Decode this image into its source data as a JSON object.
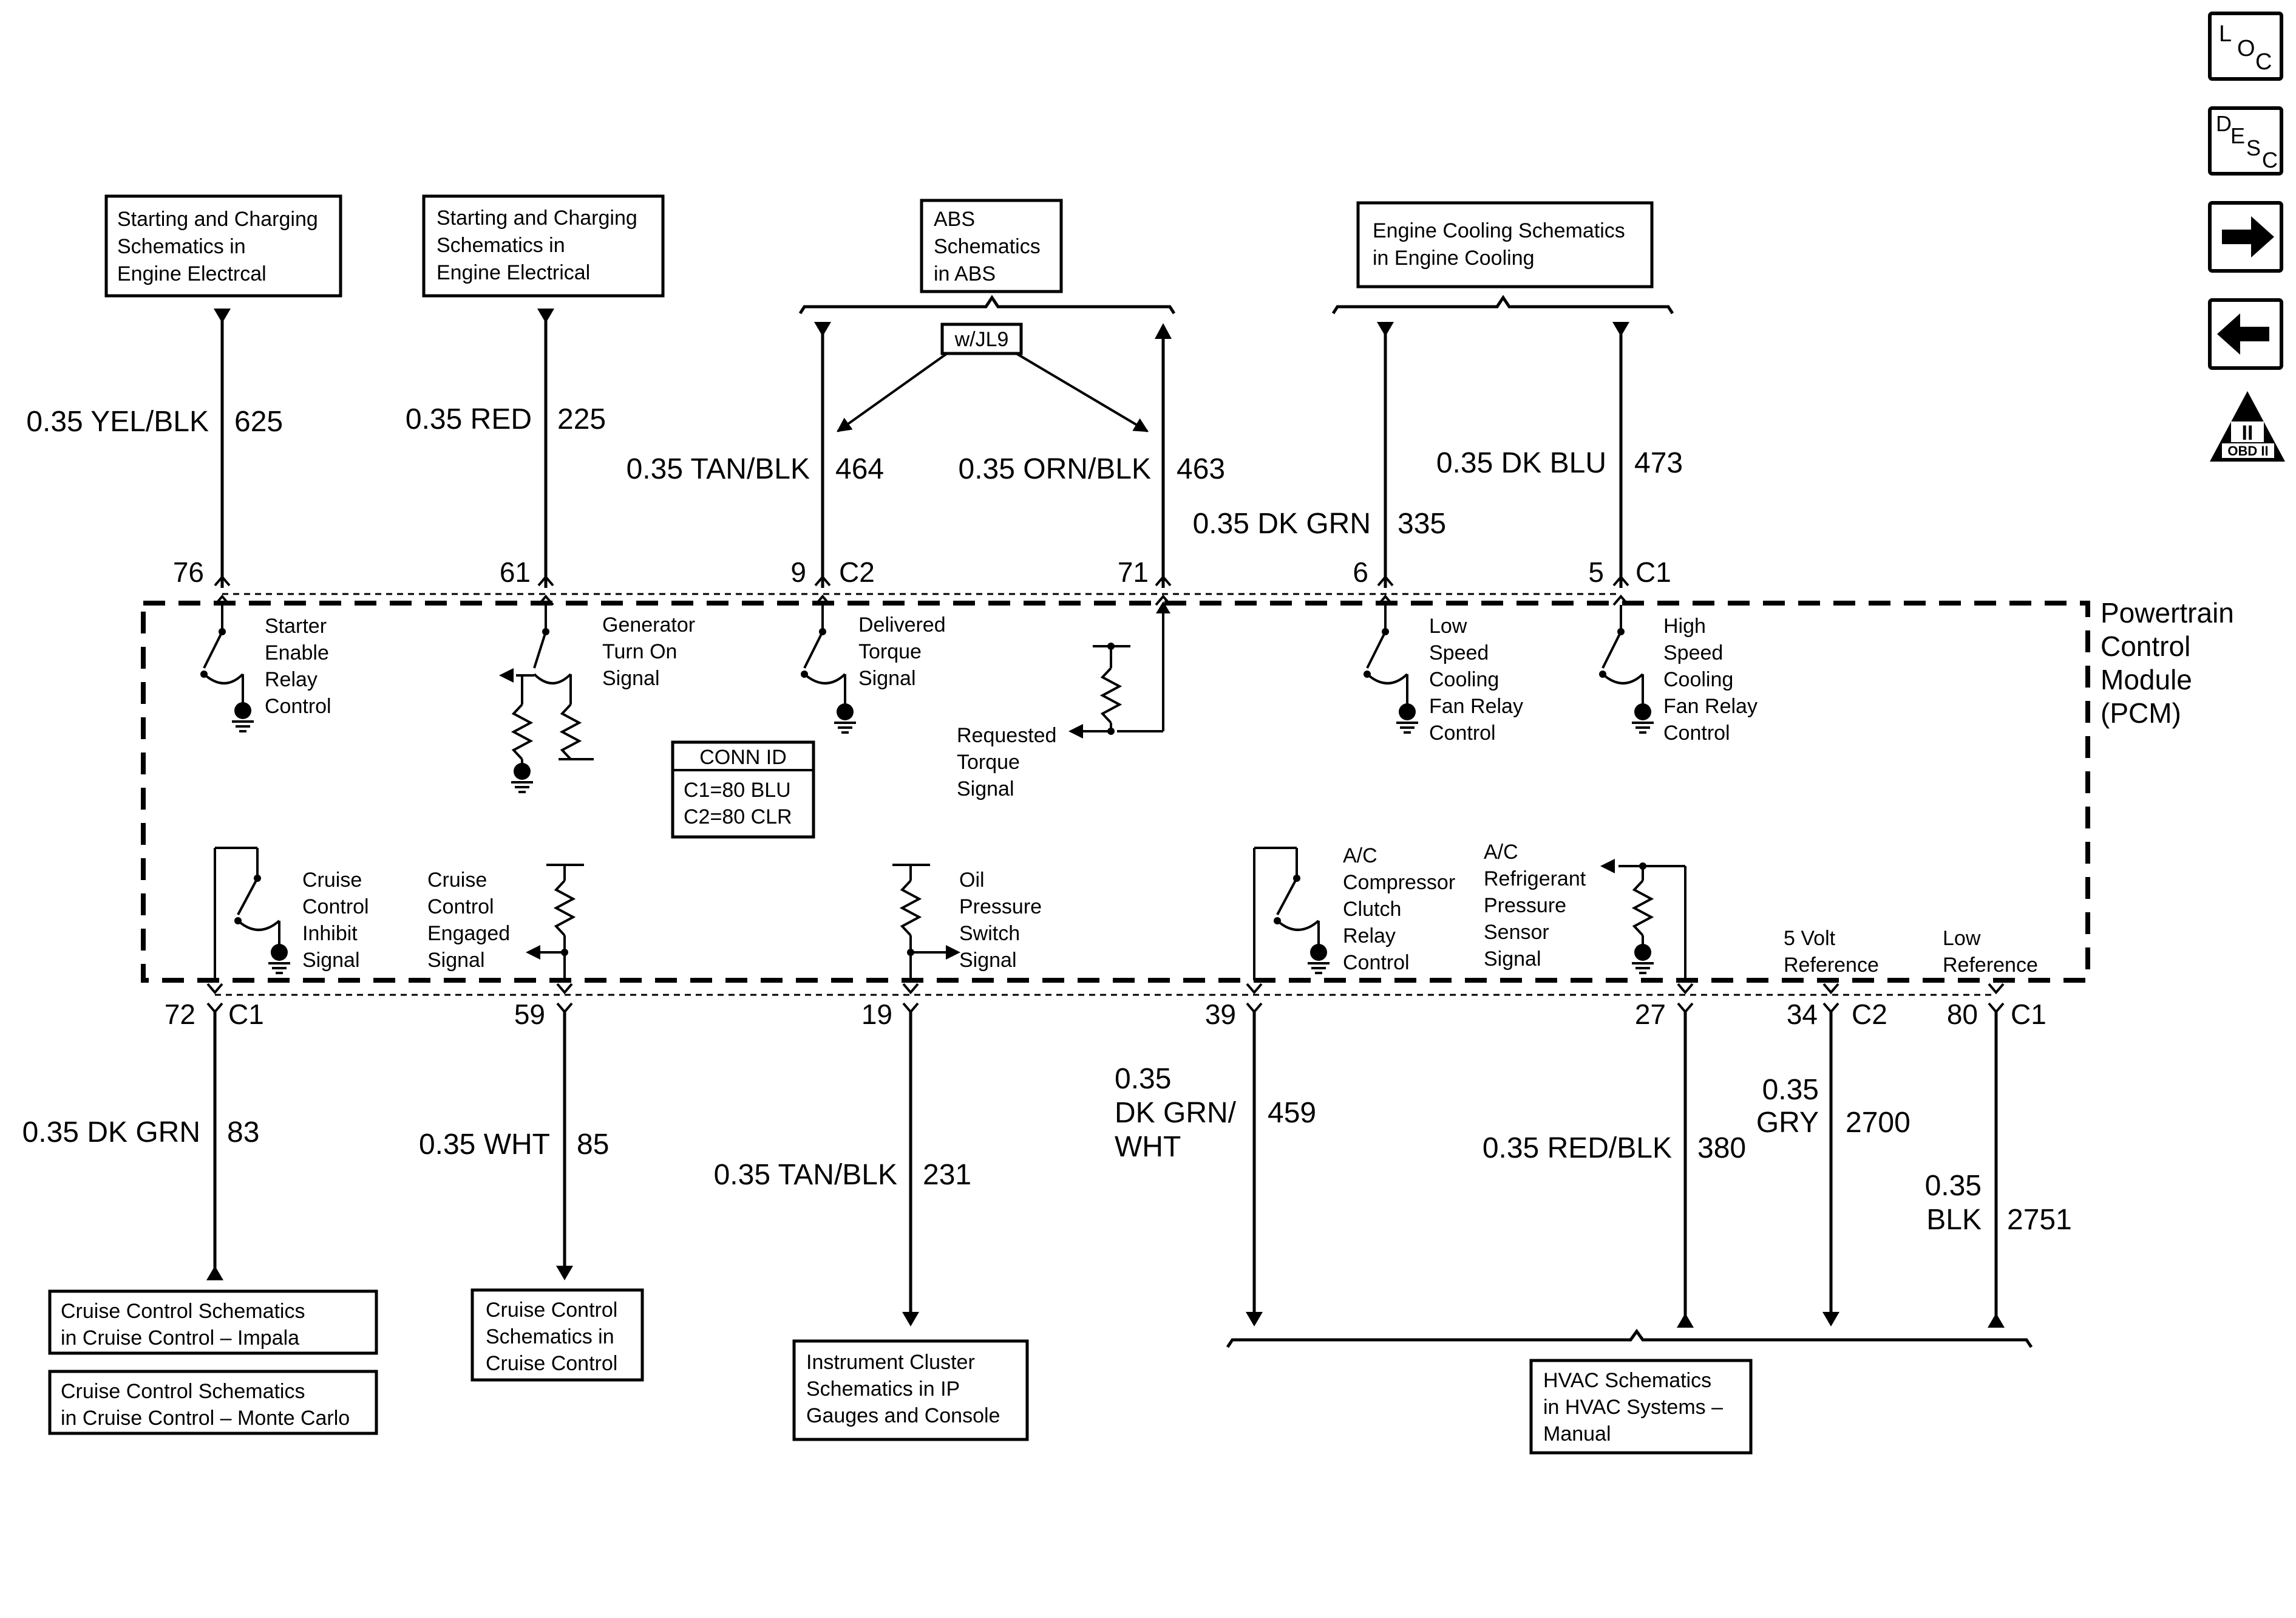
{
  "nav": {
    "loc_label": "LOC",
    "loc_letters": [
      "L",
      "O",
      "C"
    ],
    "desc_label": "DESC",
    "desc_letters": [
      "D",
      "E",
      "S",
      "C"
    ],
    "forward_icon": "arrow-right-icon",
    "back_icon": "arrow-left-icon",
    "obd_roman": "II",
    "obd_text": "OBD II"
  },
  "module": {
    "name_lines": [
      "Powertrain",
      "Control",
      "Module",
      "(PCM)"
    ],
    "conn_id": {
      "title": "CONN ID",
      "c1": "C1=80 BLU",
      "c2": "C2=80 CLR"
    },
    "jumper": "w/JL9"
  },
  "top_boxes": [
    {
      "lines": [
        "Starting and Charging",
        "Schematics in",
        "Engine Electrcal"
      ]
    },
    {
      "lines": [
        "Starting and Charging",
        "Schematics in",
        "Engine Electrical"
      ]
    },
    {
      "lines": [
        "ABS",
        "Schematics",
        "in ABS"
      ]
    },
    {
      "lines": [
        "Engine Cooling Schematics",
        "in Engine Cooling"
      ]
    }
  ],
  "top_wires": [
    {
      "color": "0.35 YEL/BLK",
      "circuit": "625",
      "pin": "76",
      "connector": "",
      "signal": [
        "Starter",
        "Enable",
        "Relay",
        "Control"
      ]
    },
    {
      "color": "0.35 RED",
      "circuit": "225",
      "pin": "61",
      "connector": "",
      "signal": [
        "Generator",
        "Turn On",
        "Signal"
      ]
    },
    {
      "color": "0.35 TAN/BLK",
      "circuit": "464",
      "pin": "9",
      "connector": "C2",
      "signal": [
        "Delivered",
        "Torque",
        "Signal"
      ]
    },
    {
      "color": "0.35 ORN/BLK",
      "circuit": "463",
      "pin": "71",
      "connector": "",
      "signal": [
        "Requested",
        "Torque",
        "Signal"
      ]
    },
    {
      "color": "0.35 DK GRN",
      "circuit": "335",
      "pin": "6",
      "connector": "",
      "signal": [
        "Low",
        "Speed",
        "Cooling",
        "Fan Relay",
        "Control"
      ]
    },
    {
      "color": "0.35 DK BLU",
      "circuit": "473",
      "pin": "5",
      "connector": "C1",
      "signal": [
        "High",
        "Speed",
        "Cooling",
        "Fan Relay",
        "Control"
      ]
    }
  ],
  "bottom_wires": [
    {
      "color_lines": [
        "0.35 DK GRN"
      ],
      "circuit": "83",
      "pin": "72",
      "connector": "C1",
      "signal": [
        "Cruise",
        "Control",
        "Inhibit",
        "Signal"
      ]
    },
    {
      "color_lines": [
        "0.35 WHT"
      ],
      "circuit": "85",
      "pin": "59",
      "connector": "",
      "signal": [
        "Cruise",
        "Control",
        "Engaged",
        "Signal"
      ]
    },
    {
      "color_lines": [
        "0.35 TAN/BLK"
      ],
      "circuit": "231",
      "pin": "19",
      "connector": "",
      "signal": [
        "Oil",
        "Pressure",
        "Switch",
        "Signal"
      ]
    },
    {
      "color_lines": [
        "0.35",
        "DK GRN/",
        "WHT"
      ],
      "circuit": "459",
      "pin": "39",
      "connector": "",
      "signal": [
        "A/C",
        "Compressor",
        "Clutch",
        "Relay",
        "Control"
      ]
    },
    {
      "color_lines": [
        "0.35 RED/BLK"
      ],
      "circuit": "380",
      "pin": "27",
      "connector": "",
      "signal": [
        "A/C",
        "Refrigerant",
        "Pressure",
        "Sensor",
        "Signal"
      ]
    },
    {
      "color_lines": [
        "0.35",
        "GRY"
      ],
      "circuit": "2700",
      "pin": "34",
      "connector": "C2",
      "signal": [
        "5 Volt",
        "Reference"
      ]
    },
    {
      "color_lines": [
        "0.35",
        "BLK"
      ],
      "circuit": "2751",
      "pin": "80",
      "connector": "C1",
      "signal": [
        "Low",
        "Reference"
      ]
    }
  ],
  "bottom_boxes": [
    {
      "lines": [
        "Cruise Control Schematics",
        "in Cruise Control – Impala"
      ]
    },
    {
      "lines": [
        "Cruise Control Schematics",
        "in Cruise Control – Monte Carlo"
      ]
    },
    {
      "lines": [
        "Cruise Control",
        "Schematics in",
        "Cruise Control"
      ]
    },
    {
      "lines": [
        "Instrument Cluster",
        "Schematics in IP",
        "Gauges and Console"
      ]
    },
    {
      "lines": [
        "HVAC Schematics",
        "in HVAC Systems –",
        "Manual"
      ]
    }
  ]
}
